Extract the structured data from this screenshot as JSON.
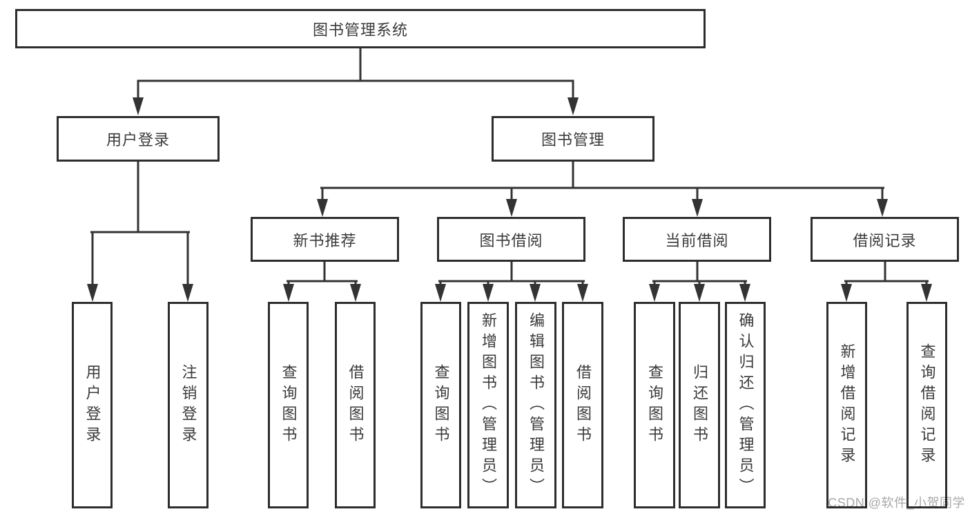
{
  "diagram": {
    "root": {
      "label": "图书管理系统"
    },
    "level2": {
      "user_login": {
        "label": "用户登录"
      },
      "book_management": {
        "label": "图书管理"
      }
    },
    "level3": {
      "new_book_recommend": {
        "label": "新书推荐"
      },
      "book_borrow": {
        "label": "图书借阅"
      },
      "current_borrow": {
        "label": "当前借阅"
      },
      "borrow_records": {
        "label": "借阅记录"
      }
    },
    "level4": {
      "user_login_children": [
        {
          "label": "用户登录"
        },
        {
          "label": "注销登录"
        }
      ],
      "new_book_children": [
        {
          "label": "查询图书"
        },
        {
          "label": "借阅图书"
        }
      ],
      "book_borrow_children": [
        {
          "label": "查询图书"
        },
        {
          "label": "新增图书（管理员）"
        },
        {
          "label": "编辑图书（管理员）"
        },
        {
          "label": "借阅图书"
        }
      ],
      "current_borrow_children": [
        {
          "label": "查询图书"
        },
        {
          "label": "归还图书"
        },
        {
          "label": "确认归还（管理员）"
        }
      ],
      "borrow_records_children": [
        {
          "label": "新增借阅记录"
        },
        {
          "label": "查询借阅记录"
        }
      ]
    },
    "watermark": "CSDN @软件_小贺同学",
    "colors": {
      "line": "#333333",
      "border": "#2d2d2d",
      "text": "#3a3a3a",
      "watermark": "#a8a8a8",
      "background": "#ffffff"
    }
  }
}
